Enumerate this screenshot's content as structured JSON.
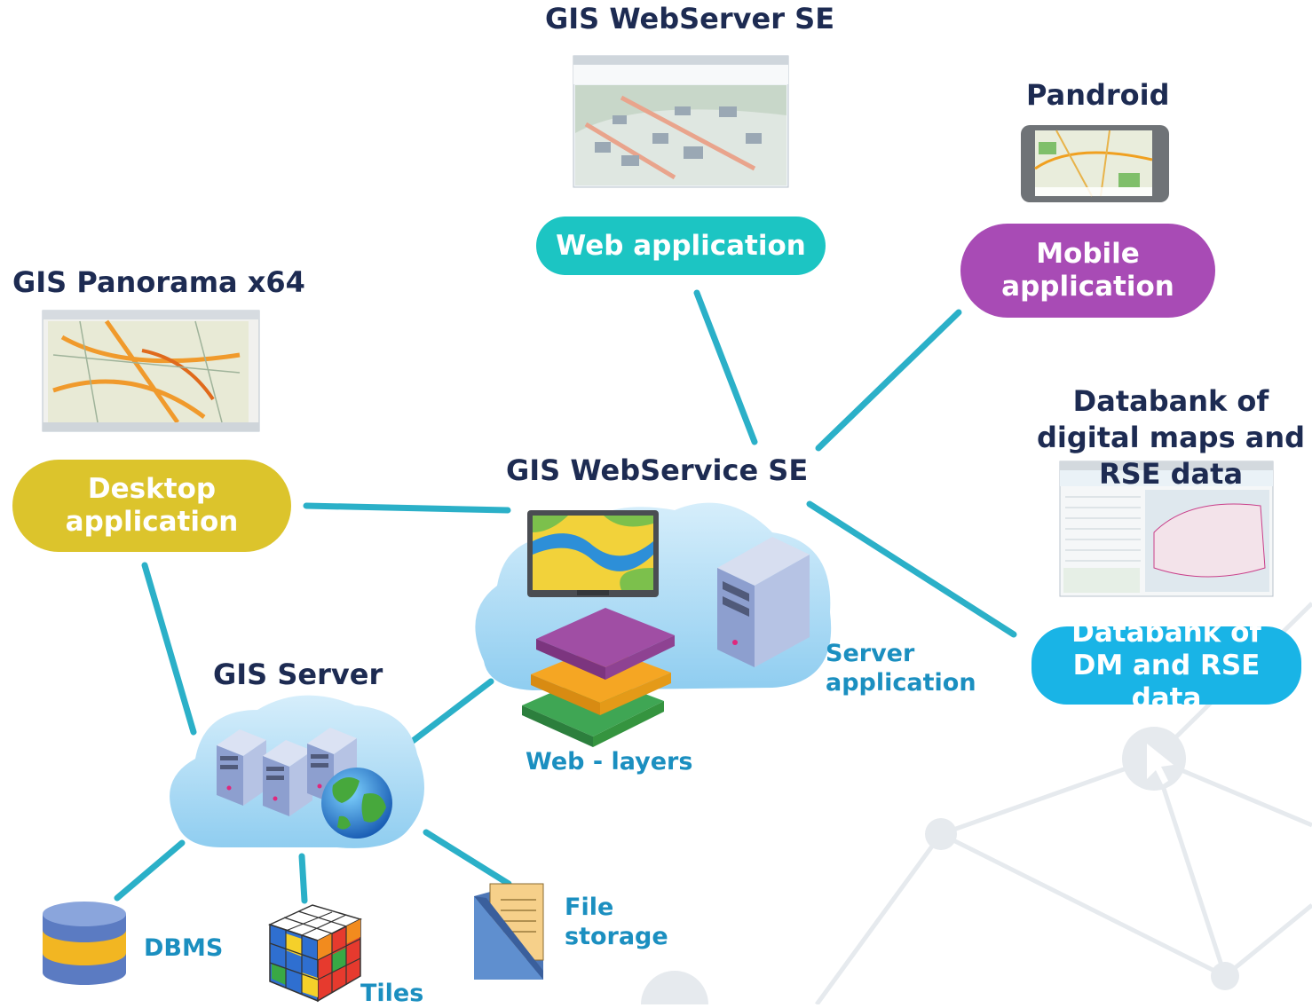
{
  "titles": {
    "webserver": "GIS WebServer SE",
    "pandroid": "Pandroid",
    "panorama": "GIS Panorama x64",
    "databank_title": "Databank of digital maps and RSE data",
    "webservice": "GIS WebService SE",
    "gisserver": "GIS Server"
  },
  "pills": {
    "web": "Web application",
    "mobile": "Mobile application",
    "desktop": "Desktop application",
    "databank": "Databank of DM and RSE data"
  },
  "labels": {
    "server_app": "Server application",
    "web_layers": "Web - layers",
    "dbms": "DBMS",
    "tiles": "Tiles",
    "file_storage": "File storage"
  },
  "colors": {
    "title": "#1d2b52",
    "label": "#1b8fc0",
    "connector": "#2bb0c8",
    "web_pill": "#1cc5c3",
    "mobile_pill": "#a84bb5",
    "desktop_pill": "#dcc42c",
    "databank_pill": "#19b4e6"
  },
  "icons": [
    "web-screenshot-icon",
    "phone-icon",
    "desktop-screenshot-icon",
    "databank-screenshot-icon",
    "monitor-icon",
    "server-tower-icon",
    "layers-icon",
    "server-rack-icon",
    "globe-icon",
    "database-icon",
    "rubik-cube-icon",
    "folder-icon",
    "cloud-icon"
  ]
}
